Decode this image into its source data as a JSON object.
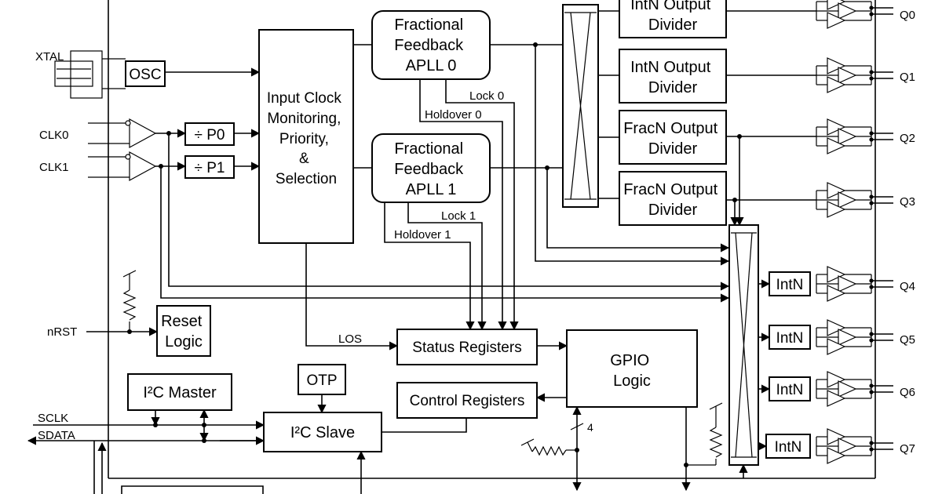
{
  "pins": {
    "xtal": "XTAL",
    "clk0": "CLK0",
    "clk1": "CLK1",
    "nrst": "nRST",
    "sclk": "SCLK",
    "sdata": "SDATA"
  },
  "blocks": {
    "osc": "OSC",
    "p0": "÷ P0",
    "p1": "÷ P1",
    "input_clock": [
      "Input Clock",
      "Monitoring,",
      "Priority,",
      "&",
      "Selection"
    ],
    "apll0": [
      "Fractional",
      "Feedback",
      "APLL 0"
    ],
    "apll1": [
      "Fractional",
      "Feedback",
      "APLL 1"
    ],
    "div0": [
      "IntN Output",
      "Divider"
    ],
    "div1": [
      "IntN Output",
      "Divider"
    ],
    "div2": [
      "FracN Output",
      "Divider"
    ],
    "div3": [
      "FracN Output",
      "Divider"
    ],
    "reset": [
      "Reset",
      "Logic"
    ],
    "status": "Status Registers",
    "control": "Control Registers",
    "gpio": [
      "GPIO",
      "Logic"
    ],
    "otp": "OTP",
    "i2c_master": "I²C Master",
    "i2c_slave": "I²C Slave",
    "intn": "IntN"
  },
  "signals": {
    "lock0": "Lock 0",
    "holdover0": "Holdover 0",
    "lock1": "Lock 1",
    "holdover1": "Holdover 1",
    "los": "LOS",
    "gpio_bus_width": "4"
  },
  "outputs": [
    "Q0",
    "Q1",
    "Q2",
    "Q3",
    "Q4",
    "Q5",
    "Q6",
    "Q7"
  ]
}
